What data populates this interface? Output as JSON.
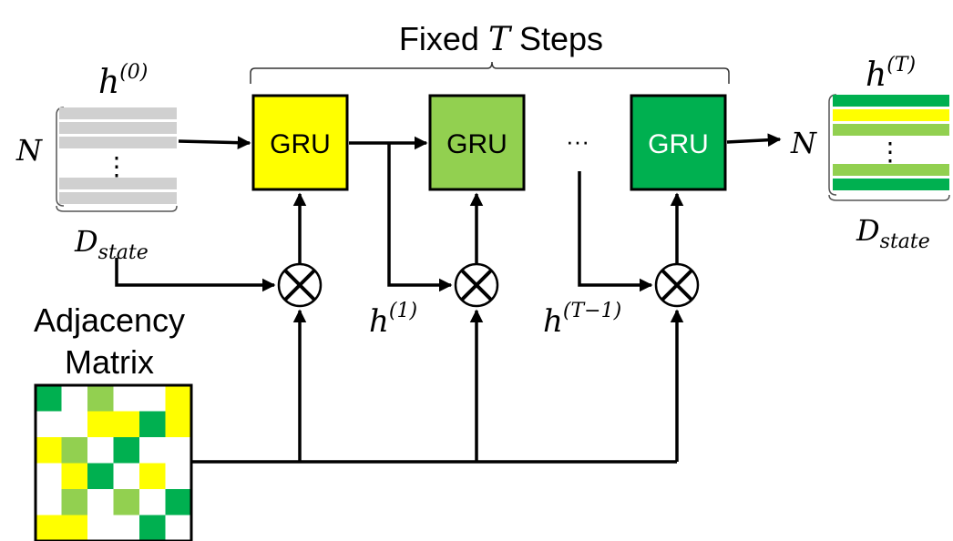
{
  "header": {
    "title_pre": "Fixed",
    "title_var": "T",
    "title_post": "Steps"
  },
  "input_state": {
    "label_base": "h",
    "label_sup": "(0)",
    "rows_label": "N",
    "cols_label_base": "D",
    "cols_label_sub": "state",
    "ellipsis": "⋮"
  },
  "output_state": {
    "label_base": "h",
    "label_sup": "(T)",
    "rows_label": "N",
    "cols_label_base": "D",
    "cols_label_sub": "state",
    "ellipsis": "⋮"
  },
  "gru_blocks": [
    {
      "label": "GRU",
      "fill": "#ffff00",
      "text_color": "#000000"
    },
    {
      "label": "GRU",
      "fill": "#92d050",
      "text_color": "#000000"
    },
    {
      "label": "GRU",
      "fill": "#00b050",
      "text_color": "#ffffff"
    }
  ],
  "step_ellipsis": "···",
  "intermediate_states": [
    {
      "base": "h",
      "sup": "(1)"
    },
    {
      "base": "h",
      "sup": "(T−1)"
    }
  ],
  "adjacency": {
    "title_line1": "Adjacency",
    "title_line2": "Matrix",
    "grid": [
      [
        "D",
        "W",
        "L",
        "W",
        "W",
        "Y"
      ],
      [
        "W",
        "W",
        "Y",
        "Y",
        "D",
        "Y"
      ],
      [
        "Y",
        "L",
        "W",
        "D",
        "W",
        "W"
      ],
      [
        "W",
        "Y",
        "D",
        "W",
        "Y",
        "W"
      ],
      [
        "W",
        "L",
        "W",
        "L",
        "W",
        "D"
      ],
      [
        "Y",
        "Y",
        "W",
        "W",
        "D",
        "W"
      ]
    ]
  },
  "colors": {
    "dark_green": "#00b050",
    "light_green": "#92d050",
    "yellow": "#ffff00",
    "gray_row": "#d0d0d0",
    "line": "#000000"
  }
}
